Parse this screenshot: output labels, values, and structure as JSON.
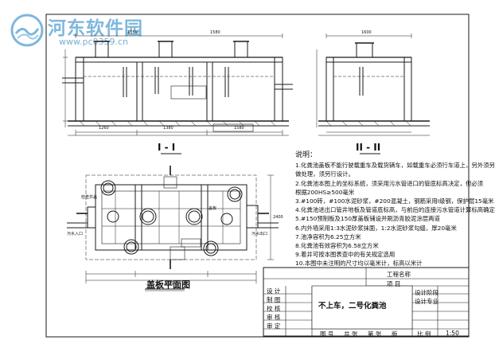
{
  "watermark": {
    "title": "河东软件园",
    "url": "www.pc0359.cn",
    "logo_icon": "river-logo-icon"
  },
  "sections": {
    "section1_label": "I - I",
    "section2_label": "II - II",
    "plan_title": "盖板平面图"
  },
  "notes": {
    "title": "说明：",
    "lines": [
      "1.化粪池盖板不能行驶载重车及载货辆车，如载重车必须行车道上，另外须另",
      "  做处理，须另行设计。",
      "2.化粪池本图上的坐标系统，须采用污水管进口的管底标高决定，但必须",
      "  根据200HS≥500毫米",
      "3.#100砖，#100水泥砂浆，#200混凝土，钢筋采用Ⅰ级钢，保护层15毫米",
      "4.化粪池进出口管井地板及管道底标高，与前后的连接污水管道计算标高确定",
      "5.#150预制板及150厚盖板铺设并刷沥青胶泥涂层两道",
      "6.内外墙采用1:3水泥砂浆抹面，1:2水泥砂浆勾缝，厚20毫米",
      "7.池净容积为6.25立方米",
      "8.化粪池有效容积为6.58立方米",
      "9.着井可按本图表查中的有关规定选用",
      "10.本图中未注明的尺寸均以毫米计，标高以米计"
    ]
  },
  "title_block": {
    "project_label": "工程名称",
    "item_label": "项  目",
    "drawing_title": "不上车，二号化粪池",
    "rows": [
      {
        "role": "设  计",
        "extra": "设计阶段"
      },
      {
        "role": "制  图",
        "extra": "设计专业"
      },
      {
        "role": "校  核",
        "extra": ""
      },
      {
        "role": "审  核",
        "extra": ""
      },
      {
        "role": "审  定",
        "extra": ""
      }
    ],
    "bottom": {
      "drawing_no_label": "图  号",
      "sheets_label": "共  张",
      "sheet_label": "第  张",
      "version_label": "版",
      "scale_label": "比  例",
      "scale_value": "1:50"
    }
  },
  "dimensions": {
    "plan_total": "2400",
    "plan_side": "2400",
    "s1_widths": [
      "1260",
      "1380",
      "1580",
      "1350",
      "1580"
    ],
    "s2_width": "1600",
    "label_cover": "盖板",
    "label_pipe_in": "污水入口",
    "label_pipe_out": "污水出口",
    "label_manhole": "检查井盖"
  },
  "colors": {
    "line": "#1a1a1a",
    "watermark": "#7fb7dc"
  }
}
